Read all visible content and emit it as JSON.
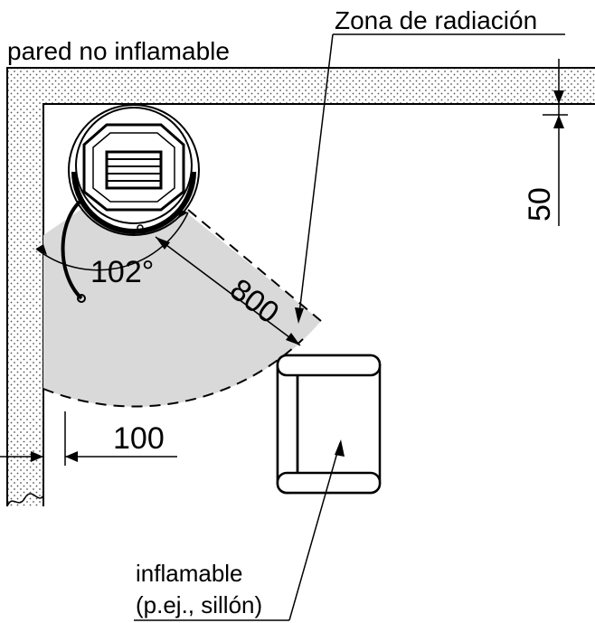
{
  "labels": {
    "radiation_zone": "Zona de radiación",
    "wall": "pared no inflamable",
    "wall_gap": "50",
    "angle": "102°",
    "distance": "800",
    "side_gap": "100",
    "flammable_line1": "inflamable",
    "flammable_line2": "(p.ej., sillón)"
  },
  "colors": {
    "radiation_fill": "#d9d9d9",
    "wall_dots": "#555555",
    "line": "#000000"
  }
}
